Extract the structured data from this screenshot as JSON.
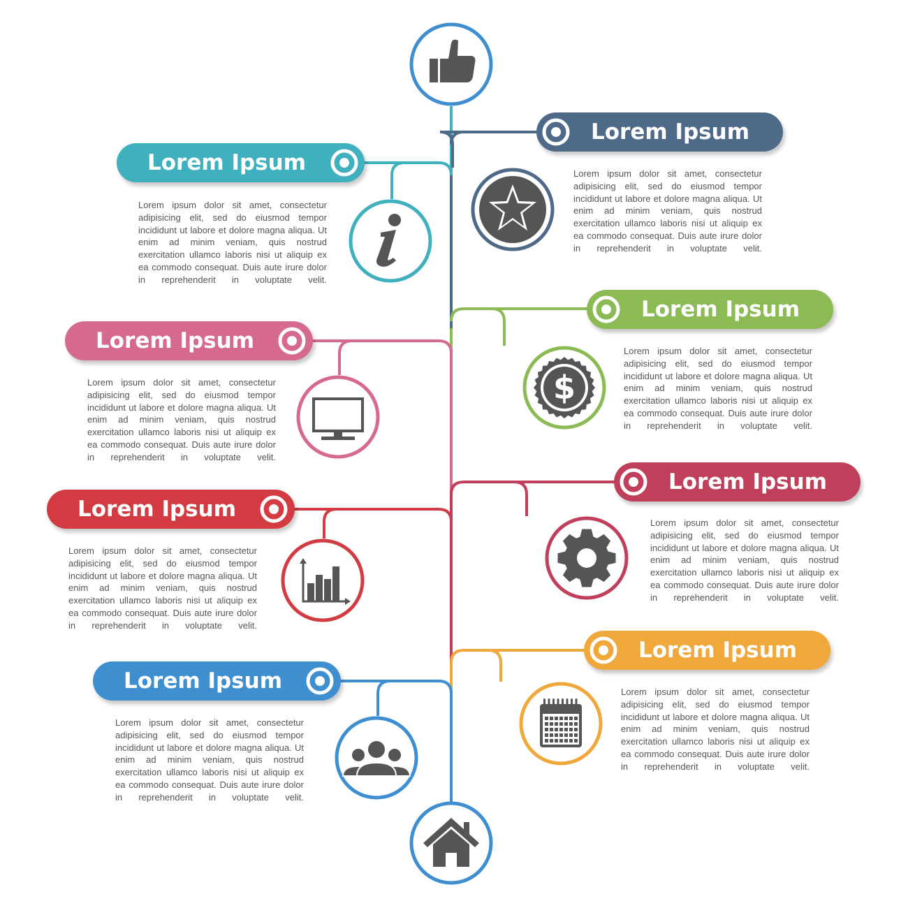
{
  "colors": {
    "trunk_top": "#3a8fc8",
    "trunk_mid": "#c0254a",
    "trunk_bottom": "#3a8fc8",
    "icon_fill": "#555555"
  },
  "top_node": {
    "icon": "thumbs-up-icon",
    "color": "#3f8fd0"
  },
  "bottom_node": {
    "icon": "home-icon",
    "color": "#3f8fd0"
  },
  "steps": [
    {
      "side": "left",
      "title": "Lorem Ipsum",
      "color": "#3fb0be",
      "icon": "info-icon",
      "text": "Lorem ipsum dolor sit amet, consectetur adipisicing elit, sed do eiusmod tempor incididunt ut labore et dolore magna aliqua. Ut enim ad minim veniam, quis nostrud exercitation ullamco laboris nisi ut aliquip ex ea commodo consequat. Duis aute irure dolor in reprehenderit in voluptate velit."
    },
    {
      "side": "right",
      "title": "Lorem Ipsum",
      "color": "#4f6a88",
      "icon": "star-icon",
      "text": "Lorem ipsum dolor sit amet, consectetur adipisicing elit, sed do eiusmod tempor incididunt ut labore et dolore magna aliqua. Ut enim ad minim veniam, quis nostrud exercitation ullamco laboris nisi ut aliquip ex ea commodo consequat. Duis aute irure dolor in reprehenderit in voluptate velit."
    },
    {
      "side": "left",
      "title": "Lorem Ipsum",
      "color": "#d66a8e",
      "icon": "monitor-icon",
      "text": "Lorem ipsum dolor sit amet, consectetur adipisicing elit, sed do eiusmod tempor incididunt ut labore et dolore magna aliqua. Ut enim ad minim veniam, quis nostrud exercitation ullamco laboris nisi ut aliquip ex ea commodo consequat. Duis aute irure dolor in reprehenderit in voluptate velit."
    },
    {
      "side": "right",
      "title": "Lorem Ipsum",
      "color": "#8cba55",
      "icon": "dollar-icon",
      "text": "Lorem ipsum dolor sit amet, consectetur adipisicing elit, sed do eiusmod tempor incididunt ut labore et dolore magna aliqua. Ut enim ad minim veniam, quis nostrud exercitation ullamco laboris nisi ut aliquip ex ea commodo consequat. Duis aute irure dolor in reprehenderit in voluptate velit."
    },
    {
      "side": "left",
      "title": "Lorem Ipsum",
      "color": "#d23b42",
      "icon": "bar-chart-icon",
      "text": "Lorem ipsum dolor sit amet, consectetur adipisicing elit, sed do eiusmod tempor incididunt ut labore et dolore magna aliqua. Ut enim ad minim veniam, quis nostrud exercitation ullamco laboris nisi ut aliquip ex ea commodo consequat. Duis aute irure dolor in reprehenderit in voluptate velit."
    },
    {
      "side": "right",
      "title": "Lorem Ipsum",
      "color": "#c0405c",
      "icon": "gear-icon",
      "text": "Lorem ipsum dolor sit amet, consectetur adipisicing elit, sed do eiusmod tempor incididunt ut labore et dolore magna aliqua. Ut enim ad minim veniam, quis nostrud exercitation ullamco laboris nisi ut aliquip ex ea commodo consequat. Duis aute irure dolor in reprehenderit in voluptate velit."
    },
    {
      "side": "left",
      "title": "Lorem Ipsum",
      "color": "#3f8fd0",
      "icon": "people-icon",
      "text": "Lorem ipsum dolor sit amet, consectetur adipisicing elit, sed do eiusmod tempor incididunt ut labore et dolore magna aliqua. Ut enim ad minim veniam, quis nostrud exercitation ullamco laboris nisi ut aliquip ex ea commodo consequat. Duis aute irure dolor in reprehenderit in voluptate velit."
    },
    {
      "side": "right",
      "title": "Lorem Ipsum",
      "color": "#f0a83a",
      "icon": "calendar-icon",
      "text": "Lorem ipsum dolor sit amet, consectetur adipisicing elit, sed do eiusmod tempor incididunt ut labore et dolore magna aliqua. Ut enim ad minim veniam, quis nostrud exercitation ullamco laboris nisi ut aliquip ex ea commodo consequat. Duis aute irure dolor in reprehenderit in voluptate velit."
    }
  ]
}
